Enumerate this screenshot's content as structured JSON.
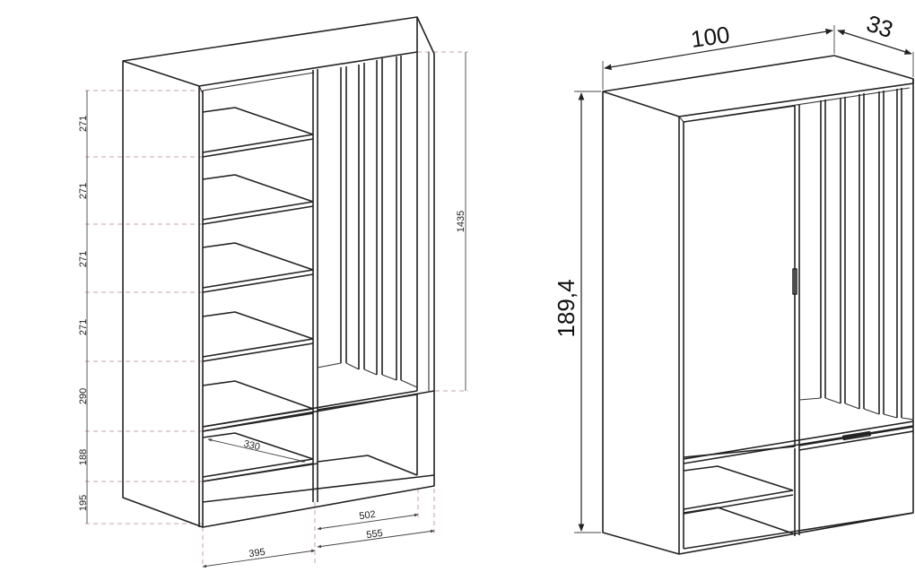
{
  "left_drawing": {
    "shelf_heights": [
      "271",
      "271",
      "271",
      "271",
      "290",
      "188",
      "195"
    ],
    "depth_inner": "330",
    "height_right": "1435",
    "width_502": "502",
    "width_555": "555",
    "width_395": "395"
  },
  "right_drawing": {
    "width": "100",
    "depth": "33",
    "height": "189,4"
  }
}
